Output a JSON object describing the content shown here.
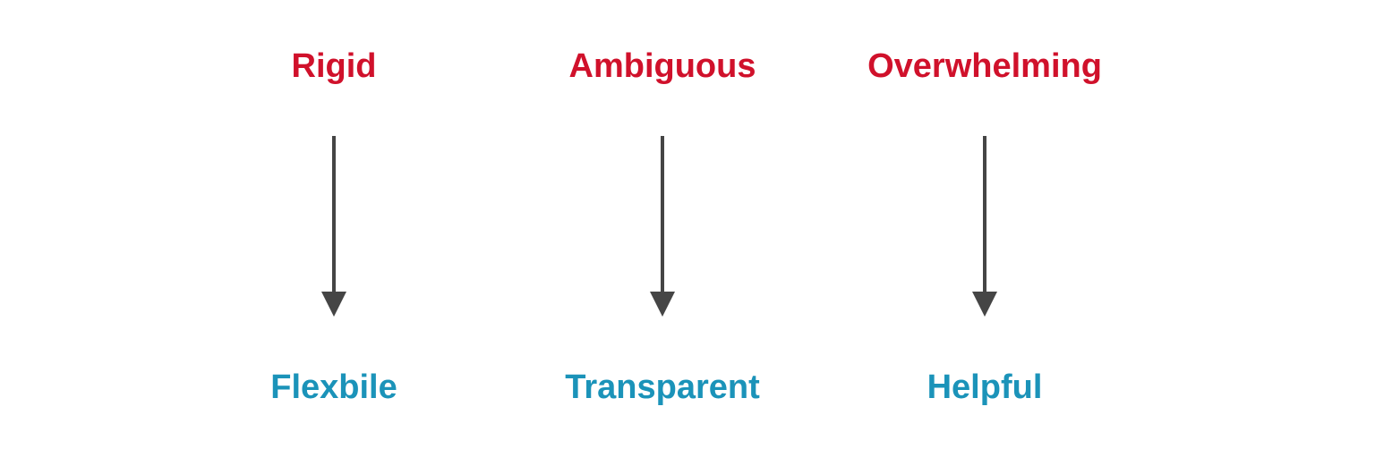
{
  "colors": {
    "problem": "#d0112b",
    "solution": "#1b93b9",
    "arrow": "#454545"
  },
  "transformations": [
    {
      "from": "Rigid",
      "to": "Flexbile"
    },
    {
      "from": "Ambiguous",
      "to": "Transparent"
    },
    {
      "from": "Overwhelming",
      "to": "Helpful"
    }
  ]
}
